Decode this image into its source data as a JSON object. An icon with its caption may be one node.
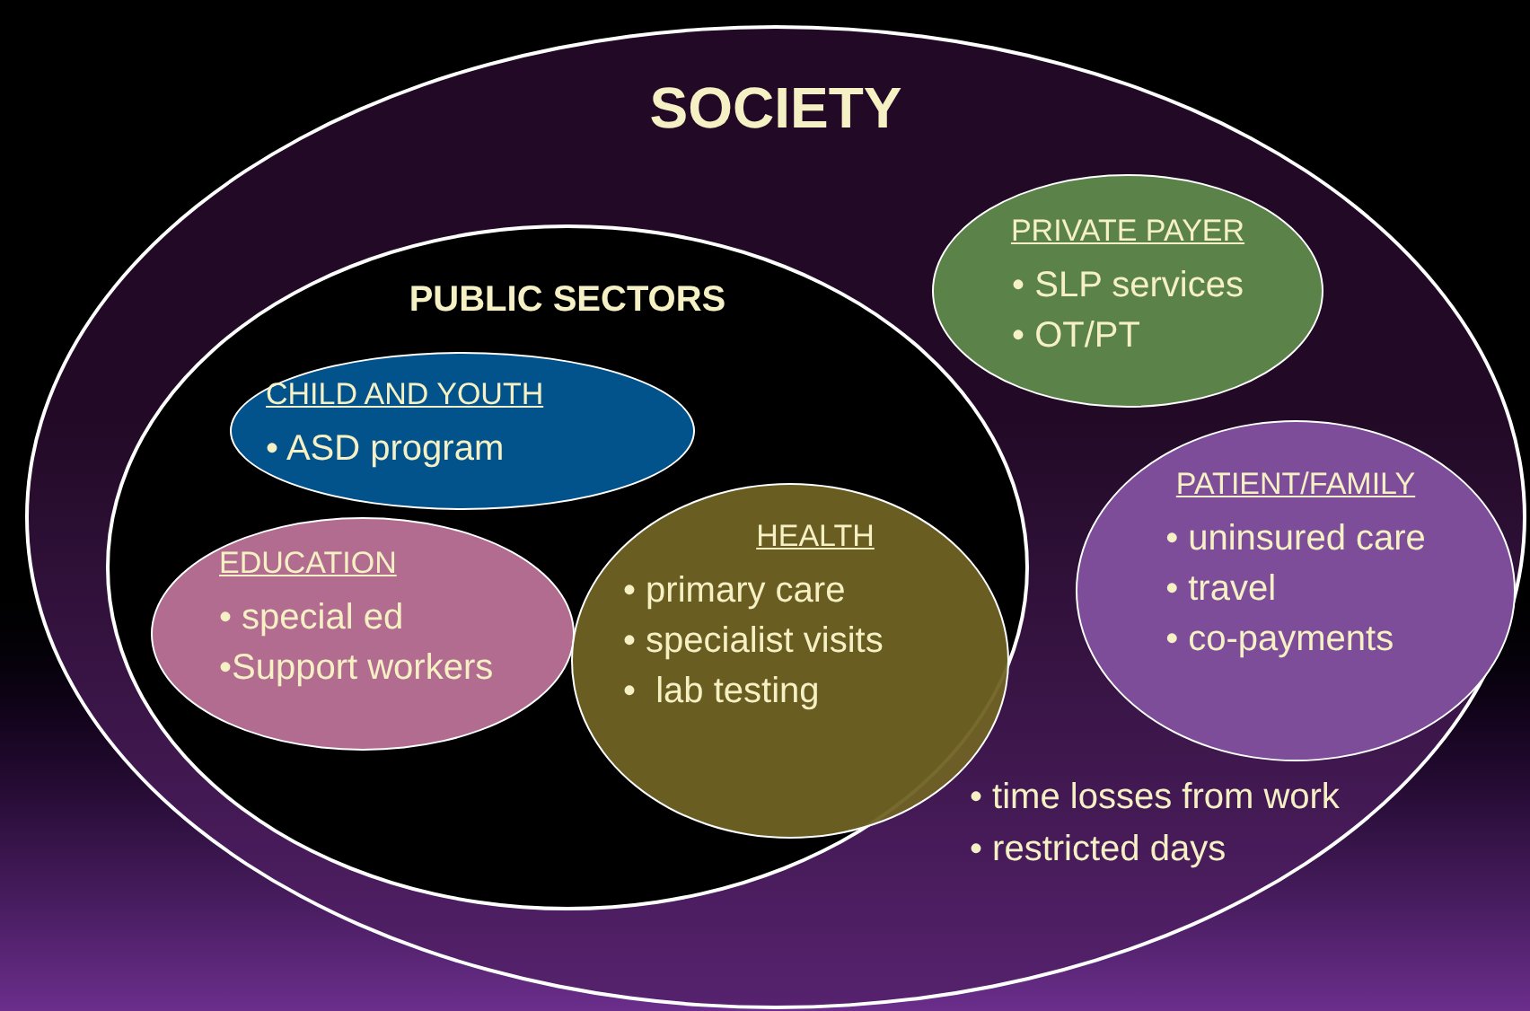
{
  "diagram": {
    "nodes": [
      {
        "text": [
          "SOCIETY"
        ]
      },
      {
        "text": [
          "PUBLIC SECTORS"
        ],
        "in": 0
      },
      {
        "text": [
          "CHILD AND YOUTH",
          "• ASD program"
        ],
        "in": 1
      },
      {
        "text": [
          "EDUCATION",
          "• special ed",
          "•Support workers"
        ],
        "in": 1
      },
      {
        "text": [
          "HEALTH",
          "• primary care",
          "• specialist visits",
          "•  lab testing"
        ],
        "in": 1
      },
      {
        "text": [
          "PRIVATE PAYER",
          "• SLP services",
          "• OT/PT"
        ],
        "in": 0
      },
      {
        "text": [
          "PATIENT/FAMILY",
          "• uninsured care",
          "• travel",
          "• co-payments"
        ],
        "in": 0
      }
    ],
    "labels": [
      "• time losses from work",
      "• restricted days"
    ]
  }
}
